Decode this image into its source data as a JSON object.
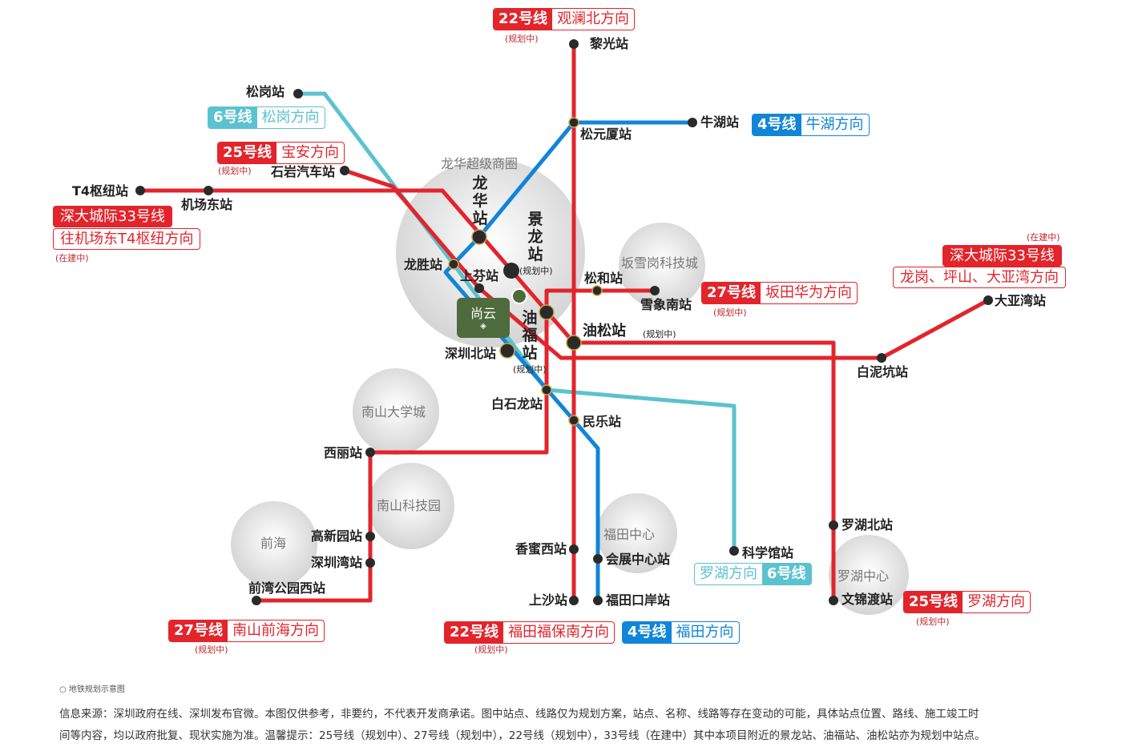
{
  "areas": {
    "longhua": "龙华超级商圈",
    "banxuegang": "坂雪岗科技城",
    "nanshan_univ": "南山大学城",
    "nanshan_tech": "南山科技园",
    "qianhai": "前海",
    "futian": "福田中心",
    "luohu": "罗湖中心"
  },
  "project": {
    "name": "尚云"
  },
  "stations": {
    "liguang": "黎光站",
    "songgang": "松岗站",
    "songyuansha": "松元厦站",
    "niuhu": "牛湖站",
    "shiyan": "石岩汽车站",
    "t4": "T4枢纽站",
    "airport_east": "机场东站",
    "longsheng": "龙胜站",
    "shangfen": "上芬站",
    "songhe": "松和站",
    "xuexiangnan": "雪象南站",
    "youfu": "油福站",
    "yousong": "油松站",
    "shenzhenbei": "深圳北站",
    "baishilong": "白石龙站",
    "minle": "民乐站",
    "baini": "白泥坑站",
    "dayawan": "大亚湾站",
    "xili": "西丽站",
    "gaoxinyuan": "高新园站",
    "shenzhenwan": "深圳湾站",
    "qianwan": "前湾公园西站",
    "xiangmixi": "香蜜西站",
    "huizhan": "会展中心站",
    "shangsha": "上沙站",
    "futiankouan": "福田口岸站",
    "kexueguan": "科学馆站",
    "luohubei": "罗湖北站",
    "wenjindu": "文锦渡站",
    "longhua": "龙华站",
    "jinglong": "景龙站"
  },
  "notes": {
    "planning": "(规划中)",
    "building": "(在建中)"
  },
  "badges": {
    "l22n": {
      "line": "22号线",
      "dir": "观澜北方向"
    },
    "l6n": {
      "line": "6号线",
      "dir": "松岗方向"
    },
    "l25n": {
      "line": "25号线",
      "dir": "宝安方向"
    },
    "l4n": {
      "line": "4号线",
      "dir": "牛湖方向"
    },
    "l33w": {
      "line": "深大城际33号线",
      "dir": "往机场东T4枢纽方向"
    },
    "l33e": {
      "line": "深大城际33号线",
      "dir": "龙岗、坪山、大亚湾方向"
    },
    "l27e": {
      "line": "27号线",
      "dir": "坂田华为方向"
    },
    "l6s": {
      "line": "6号线",
      "dir": "罗湖方向"
    },
    "l25s": {
      "line": "25号线",
      "dir": "罗湖方向"
    },
    "l27s": {
      "line": "27号线",
      "dir": "南山前海方向"
    },
    "l22s": {
      "line": "22号线",
      "dir": "福田福保南方向"
    },
    "l4s": {
      "line": "4号线",
      "dir": "福田方向"
    }
  },
  "footer": {
    "caption": "○ 地铁规划示意图",
    "line1": "信息来源：深圳政府在线、深圳发布官微。本图仅供参考，非要约，不代表开发商承诺。图中站点、线路仅为规划方案，站点、名称、线路等存在变动的可能，具体站点位置、路线、施工竣工时",
    "line2": "间等内容，均以政府批复、现状实施为准。温馨提示：25号线（规划中）、27号线（规划中），22号线（规划中），33号线（在建中）其中本项目附近的景龙站、油福站、油松站亦为规划中站点。"
  },
  "colors": {
    "red": "#e3242b",
    "blue": "#1185d8",
    "lightblue": "#5bc2cf"
  }
}
